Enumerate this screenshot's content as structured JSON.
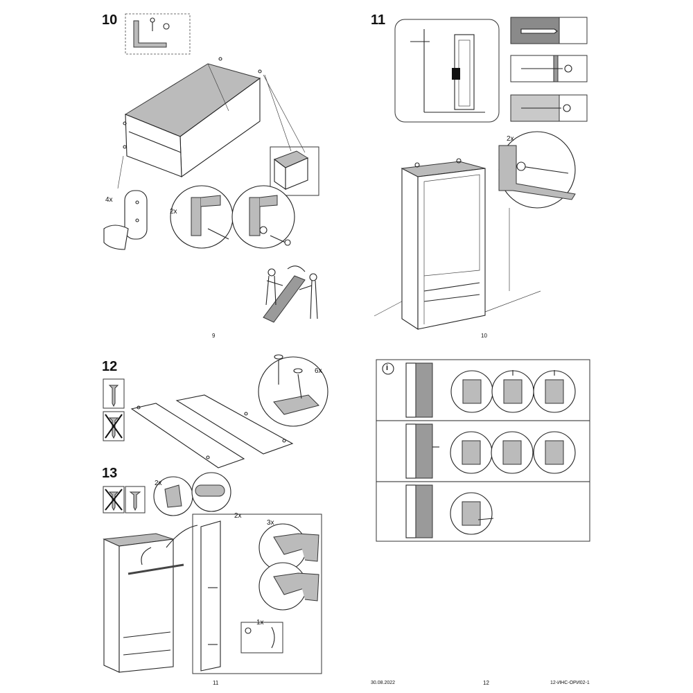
{
  "steps": {
    "s10": "10",
    "s11": "11",
    "s12": "12",
    "s13": "13"
  },
  "quantities": {
    "q4x": "4x",
    "q2x_bracket": "2x",
    "q2x_wall": "2x",
    "q6x": "6x",
    "q2x_hinge": "2x",
    "q2x_door": "2x",
    "q3x": "3x",
    "q1x": "1x"
  },
  "info_symbol": "i",
  "page_numbers": {
    "p9": "9",
    "p10": "10",
    "p11": "11",
    "p12": "12"
  },
  "footer": {
    "date": "30.08.2022",
    "code": "12-ИНС-ОРИ02-1"
  }
}
